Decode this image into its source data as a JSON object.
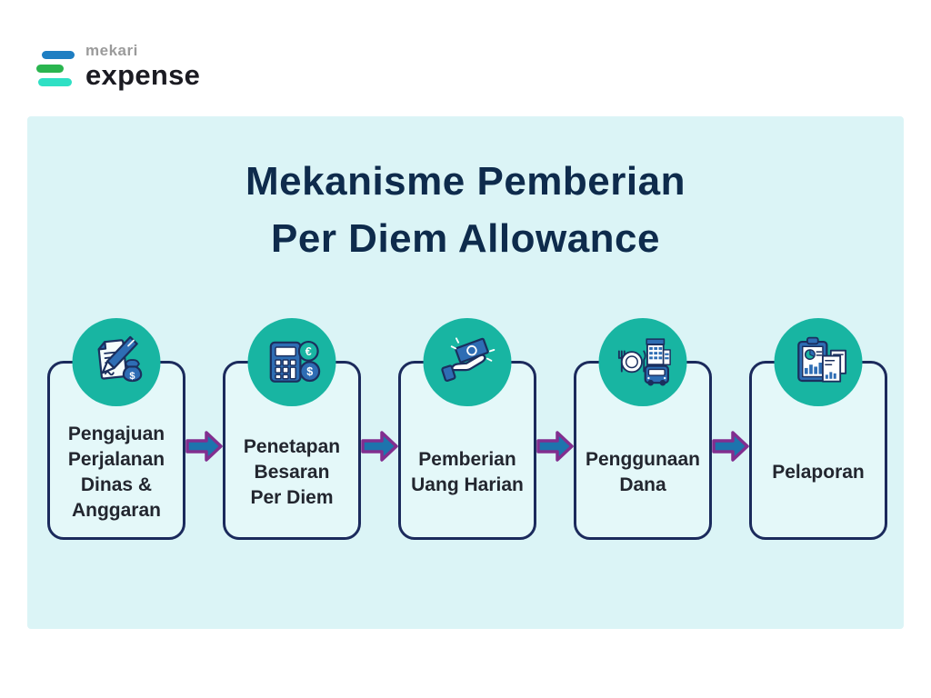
{
  "logo": {
    "brand": "mekari",
    "product": "expense",
    "bar_colors": [
      "#1e7ec2",
      "#2ab54f",
      "#2fe0c4"
    ]
  },
  "title": {
    "line1": "Mekanisme Pemberian",
    "line2": "Per Diem Allowance",
    "color": "#0e2b4c"
  },
  "panel": {
    "background": "#dbf4f6"
  },
  "flow": {
    "circle_color": "#18b5a2",
    "card_border_color": "#1b2a5c",
    "card_background": "#e4f8f9",
    "arrow_fill": "#1d74ad",
    "arrow_stroke": "#822e8f",
    "icon_palette": {
      "stroke_navy": "#1b2f5e",
      "blue": "#2e6db4",
      "teal": "#19b5a3"
    },
    "steps": [
      {
        "label": "Pengajuan\nPerjalanan\nDinas &\nAnggaran",
        "icon": "document-pen-moneybag-icon"
      },
      {
        "label": "Penetapan\nBesaran\nPer Diem",
        "icon": "calculator-coins-icon"
      },
      {
        "label": "Pemberian\nUang Harian",
        "icon": "hand-money-icon"
      },
      {
        "label": "Penggunaan\nDana",
        "icon": "meal-hotel-bus-icon"
      },
      {
        "label": "Pelaporan",
        "icon": "report-charts-icon"
      }
    ]
  }
}
